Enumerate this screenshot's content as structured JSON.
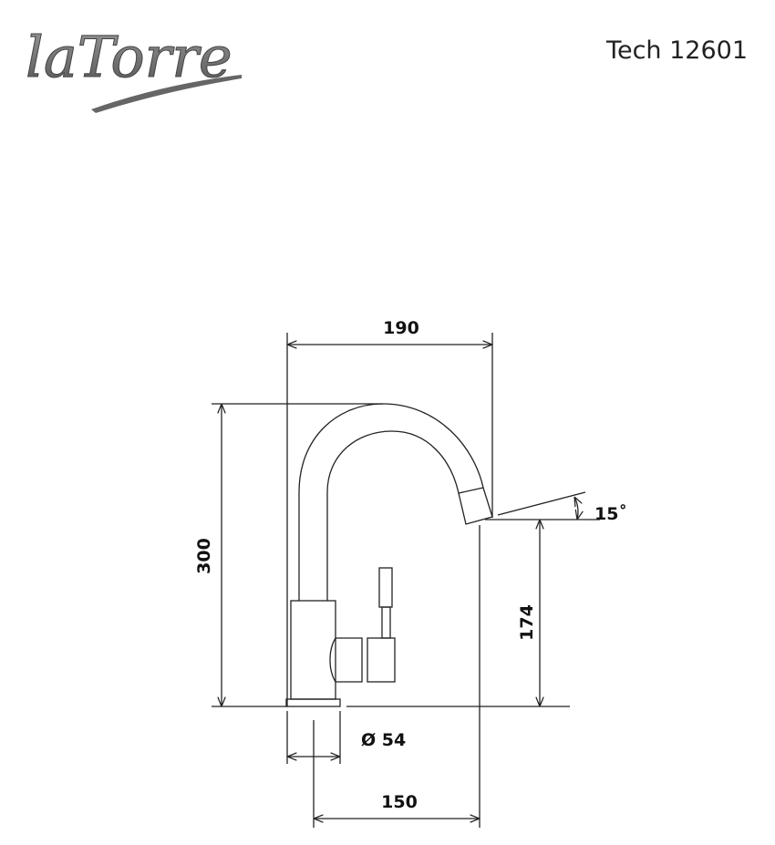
{
  "header": {
    "brand_logo": "laTorre",
    "doc_code": "Tech 12601"
  },
  "drawing": {
    "dimensions": {
      "width_total": "190",
      "height_total": "300",
      "spout_height": "174",
      "spout_angle": "15˚",
      "base_diameter": "Ø 54",
      "spout_reach": "150"
    }
  }
}
